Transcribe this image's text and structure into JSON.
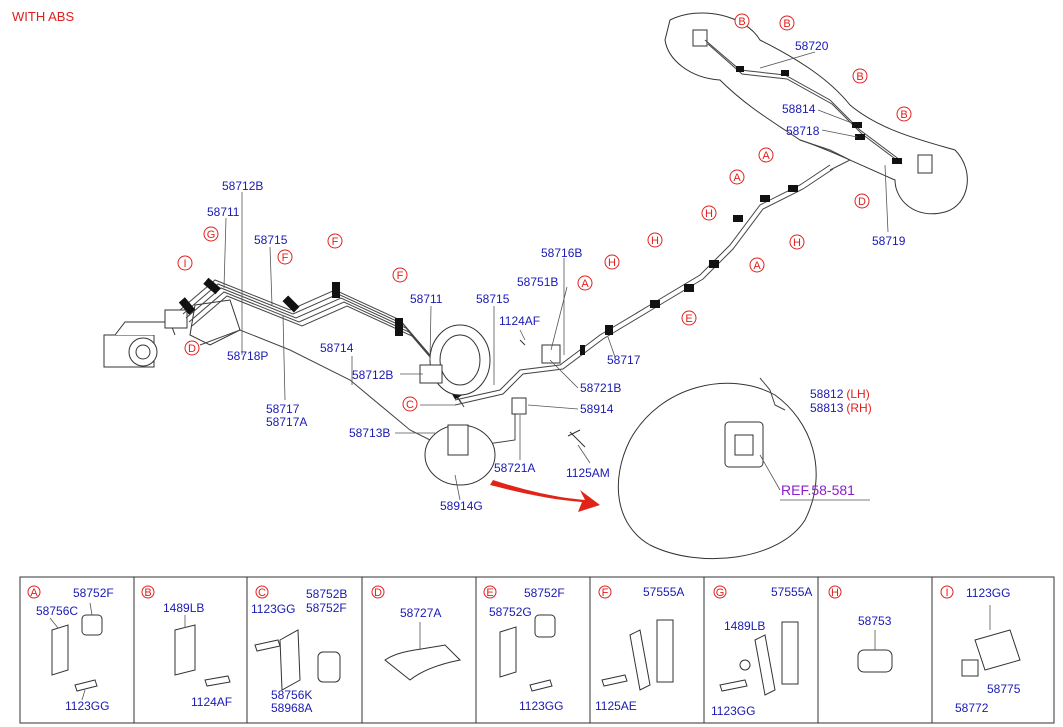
{
  "title": "WITH ABS",
  "ref_label": "REF.58-581",
  "main_labels": [
    {
      "text": "58720"
    },
    {
      "text": "58814"
    },
    {
      "text": "58718"
    },
    {
      "text": "58719"
    },
    {
      "text": "58716B"
    },
    {
      "text": "58751B"
    },
    {
      "text": "1124AF"
    },
    {
      "text": "58717"
    },
    {
      "text": "58721B"
    },
    {
      "text": "58914"
    },
    {
      "text": "58721A"
    },
    {
      "text": "1125AM"
    },
    {
      "text": "58914G"
    },
    {
      "text": "58713B"
    },
    {
      "text": "58712B"
    },
    {
      "text": "58714"
    },
    {
      "text": "58715"
    },
    {
      "text": "58711"
    },
    {
      "text": "58712B"
    },
    {
      "text": "58711"
    },
    {
      "text": "58715"
    },
    {
      "text": "58718P"
    },
    {
      "text": "58717"
    },
    {
      "text": "58717A"
    },
    {
      "text": "58812"
    },
    {
      "text": "58813"
    }
  ],
  "side_suffix": {
    "lh": "(LH)",
    "rh": "(RH)"
  },
  "callouts": [
    {
      "letter": "B"
    },
    {
      "letter": "B"
    },
    {
      "letter": "B"
    },
    {
      "letter": "B"
    },
    {
      "letter": "D"
    },
    {
      "letter": "A"
    },
    {
      "letter": "A"
    },
    {
      "letter": "H"
    },
    {
      "letter": "A"
    },
    {
      "letter": "H"
    },
    {
      "letter": "H"
    },
    {
      "letter": "E"
    },
    {
      "letter": "H"
    },
    {
      "letter": "A"
    },
    {
      "letter": "F"
    },
    {
      "letter": "F"
    },
    {
      "letter": "F"
    },
    {
      "letter": "G"
    },
    {
      "letter": "I"
    },
    {
      "letter": "D"
    },
    {
      "letter": "C"
    }
  ],
  "legend": [
    {
      "letter": "A",
      "parts": [
        "58752F",
        "58756C",
        "1123GG"
      ]
    },
    {
      "letter": "B",
      "parts": [
        "1489LB",
        "1124AF"
      ]
    },
    {
      "letter": "C",
      "parts": [
        "58752B",
        "1123GG",
        "58752F",
        "58756K",
        "58968A"
      ]
    },
    {
      "letter": "D",
      "parts": [
        "58727A"
      ]
    },
    {
      "letter": "E",
      "parts": [
        "58752F",
        "58752G",
        "1123GG"
      ]
    },
    {
      "letter": "F",
      "parts": [
        "57555A",
        "1125AE"
      ]
    },
    {
      "letter": "G",
      "parts": [
        "57555A",
        "1489LB",
        "1123GG"
      ]
    },
    {
      "letter": "H",
      "parts": [
        "58753"
      ]
    },
    {
      "letter": "I",
      "parts": [
        "1123GG",
        "58775",
        "58772"
      ]
    }
  ]
}
